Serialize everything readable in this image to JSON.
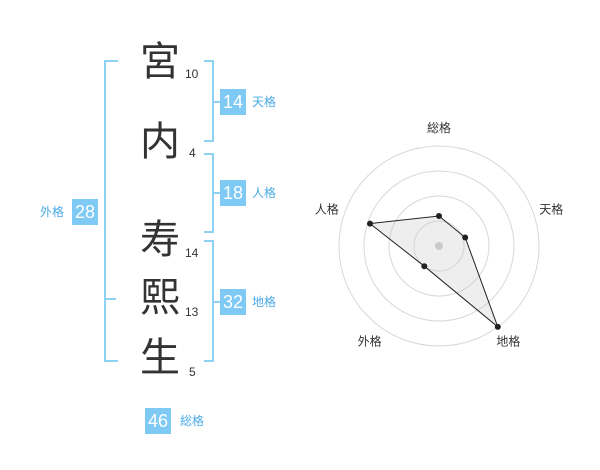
{
  "name": {
    "characters": [
      {
        "char": "宮",
        "strokes": "10"
      },
      {
        "char": "内",
        "strokes": "4"
      },
      {
        "char": "寿",
        "strokes": "14"
      },
      {
        "char": "熙",
        "strokes": "13"
      },
      {
        "char": "生",
        "strokes": "5"
      }
    ]
  },
  "scores": {
    "tenkaku": {
      "value": "14",
      "label": "天格"
    },
    "jinkaku": {
      "value": "18",
      "label": "人格"
    },
    "chikaku": {
      "value": "32",
      "label": "地格"
    },
    "gaikaku": {
      "value": "28",
      "label": "外格"
    },
    "soukaku": {
      "value": "46",
      "label": "総格"
    }
  },
  "colors": {
    "accent": "#7fc9f5",
    "bracket": "#8fd0f5",
    "label": "#4aaae6",
    "text": "#333333"
  },
  "chart_data": {
    "type": "radar",
    "axes": [
      "総格",
      "天格",
      "地格",
      "外格",
      "人格"
    ],
    "rings": 4,
    "max": 4,
    "values": [
      1.2,
      1.1,
      4.0,
      1.0,
      2.9
    ]
  }
}
